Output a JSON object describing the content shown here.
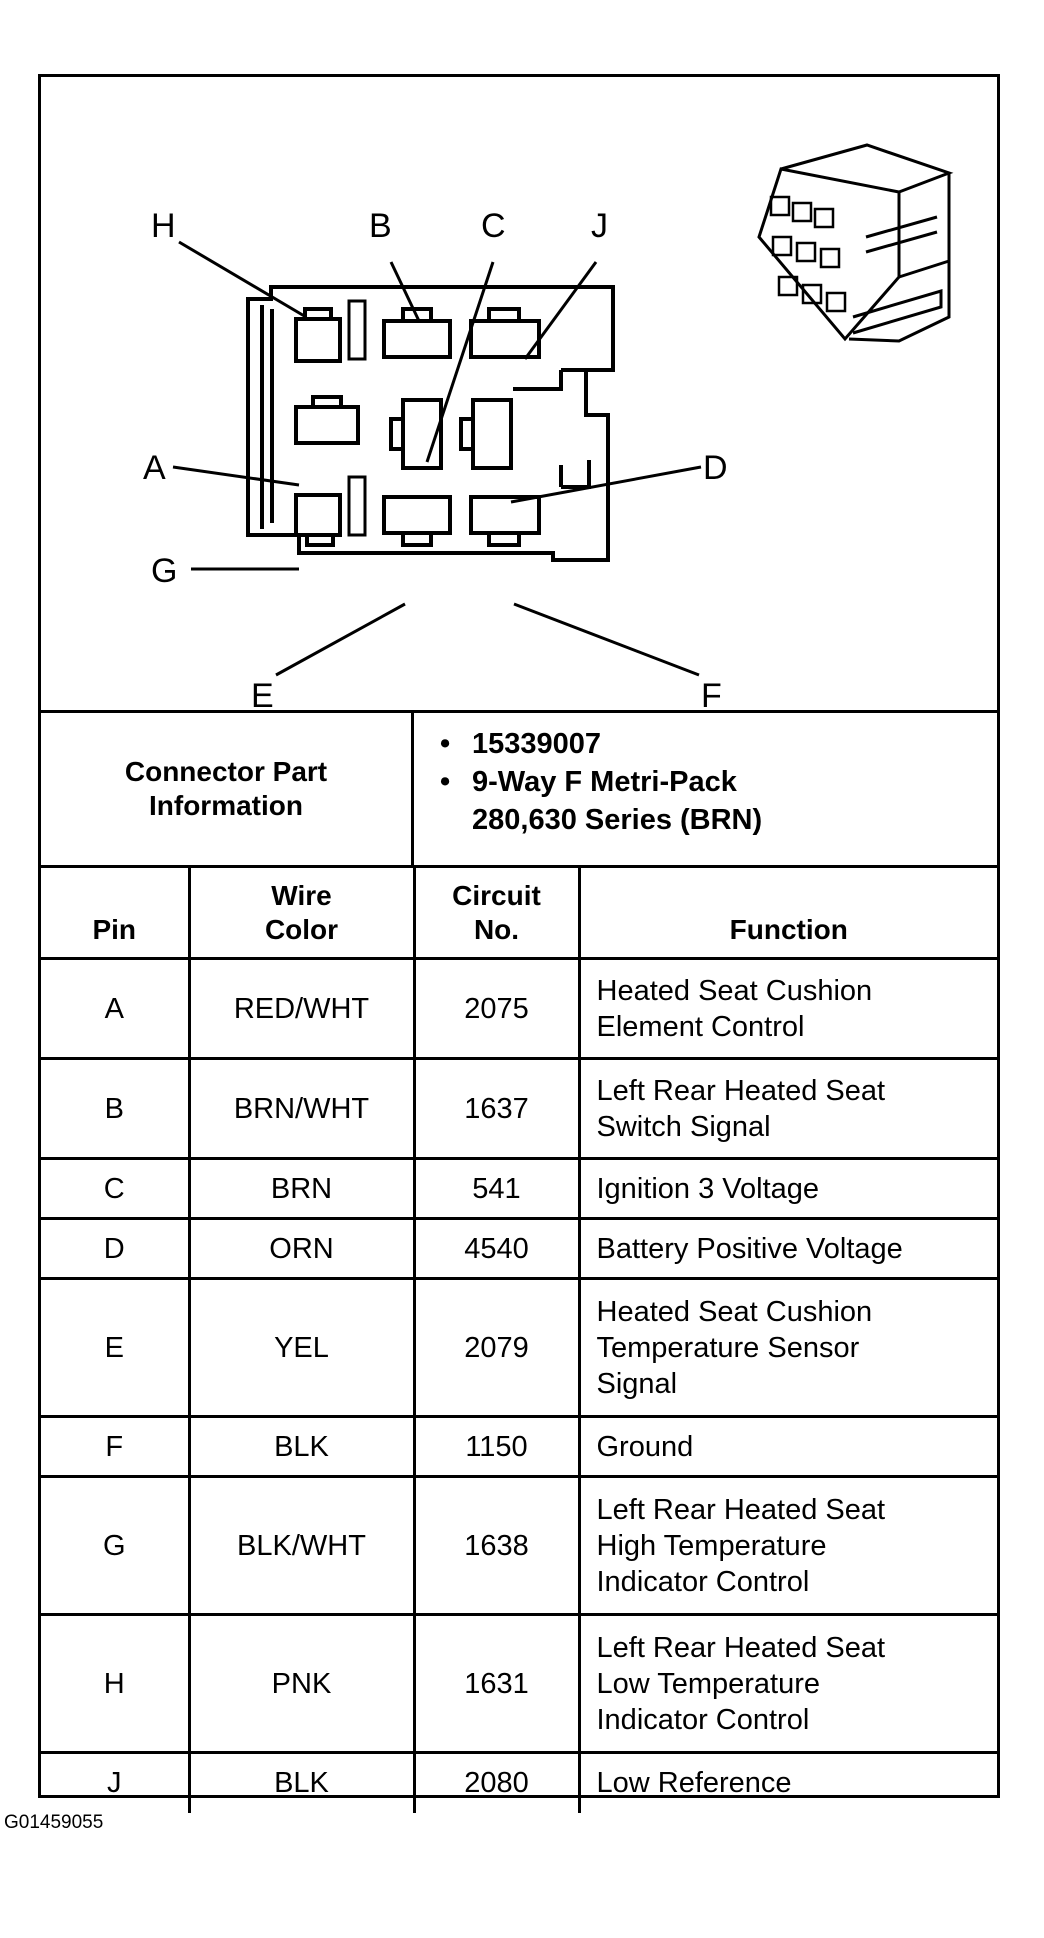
{
  "diagram": {
    "pin_callouts": [
      "H",
      "B",
      "C",
      "J",
      "A",
      "D",
      "G",
      "E",
      "F"
    ]
  },
  "connector_info": {
    "label_line1": "Connector Part",
    "label_line2": "Information",
    "items": [
      "15339007",
      "9-Way F Metri-Pack",
      "280,630 Series (BRN)"
    ]
  },
  "table": {
    "headers": {
      "pin": "Pin",
      "wire_color_1": "Wire",
      "wire_color_2": "Color",
      "circuit_1": "Circuit",
      "circuit_2": "No.",
      "function": "Function"
    },
    "rows": [
      {
        "pin": "A",
        "color": "RED/WHT",
        "circuit": "2075",
        "function": [
          "Heated Seat Cushion",
          "Element Control"
        ]
      },
      {
        "pin": "B",
        "color": "BRN/WHT",
        "circuit": "1637",
        "function": [
          "Left Rear Heated Seat",
          "Switch Signal"
        ]
      },
      {
        "pin": "C",
        "color": "BRN",
        "circuit": "541",
        "function": [
          "Ignition 3 Voltage"
        ]
      },
      {
        "pin": "D",
        "color": "ORN",
        "circuit": "4540",
        "function": [
          "Battery Positive Voltage"
        ]
      },
      {
        "pin": "E",
        "color": "YEL",
        "circuit": "2079",
        "function": [
          "Heated Seat Cushion",
          "Temperature Sensor",
          "Signal"
        ]
      },
      {
        "pin": "F",
        "color": "BLK",
        "circuit": "1150",
        "function": [
          "Ground"
        ]
      },
      {
        "pin": "G",
        "color": "BLK/WHT",
        "circuit": "1638",
        "function": [
          "Left Rear Heated Seat",
          "High Temperature",
          "Indicator Control"
        ]
      },
      {
        "pin": "H",
        "color": "PNK",
        "circuit": "1631",
        "function": [
          "Left Rear Heated Seat",
          "Low Temperature",
          "Indicator Control"
        ]
      },
      {
        "pin": "J",
        "color": "BLK",
        "circuit": "2080",
        "function": [
          "Low Reference"
        ]
      }
    ]
  },
  "caption": "G01459055"
}
